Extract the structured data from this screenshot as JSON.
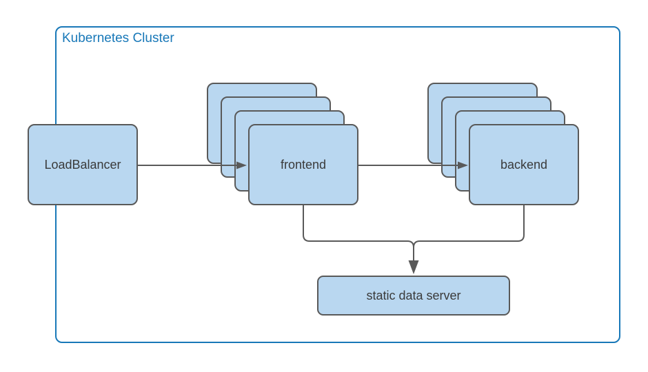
{
  "diagram": {
    "cluster": {
      "title": "Kubernetes Cluster"
    },
    "nodes": {
      "load_balancer": {
        "label": "LoadBalancer",
        "replicas": 1
      },
      "frontend": {
        "label": "frontend",
        "replicas": 4
      },
      "backend": {
        "label": "backend",
        "replicas": 4
      },
      "static_data_server": {
        "label": "static data server",
        "replicas": 1
      }
    },
    "edges": [
      {
        "from": "LoadBalancer",
        "to": "frontend",
        "arrow": true
      },
      {
        "from": "frontend",
        "to": "backend",
        "arrow": true
      },
      {
        "from": "frontend",
        "to": "static data server",
        "arrow": true
      },
      {
        "from": "backend",
        "to": "static data server",
        "arrow": true
      }
    ],
    "colors": {
      "cluster_border": "#1878B8",
      "title_text": "#1878B8",
      "node_fill": "#B9D7F0",
      "node_border": "#595959",
      "connector": "#595959",
      "label_text": "#3A3A3A",
      "background": "#FFFFFF"
    }
  }
}
